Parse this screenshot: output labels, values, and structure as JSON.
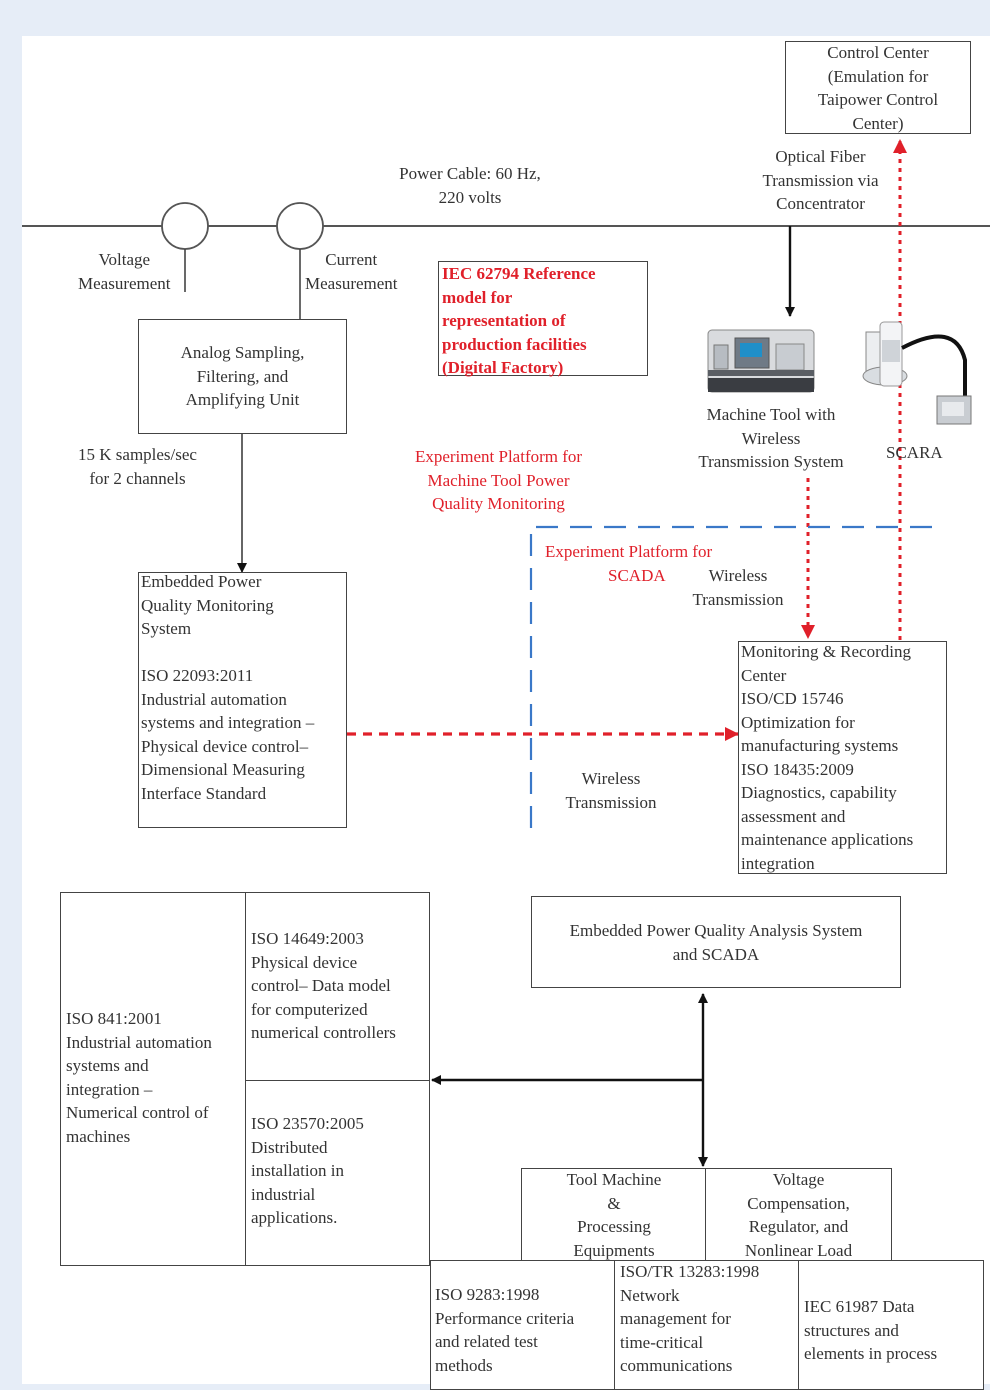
{
  "control_center": "Control Center\n(Emulation for\nTaipower Control\nCenter)",
  "optical_fiber": "Optical Fiber\nTransmission via\nConcentrator",
  "power_cable": "Power Cable: 60 Hz,\n220 volts",
  "voltage_measurement": "Voltage\nMeasurement",
  "current_measurement": "Current\nMeasurement",
  "iec62794": "IEC 62794 Reference\nmodel for\nrepresentation of\nproduction facilities\n(Digital Factory)",
  "analog_unit": "Analog Sampling,\nFiltering, and\nAmplifying Unit",
  "samples": "15 K samples/sec\nfor 2 channels",
  "platform_power": "Experiment Platform for\nMachine Tool Power\nQuality Monitoring",
  "machine_tool": "Machine Tool with\nWireless\nTransmission System",
  "scara": "SCARA",
  "platform_scada_1": "Experiment Platform for",
  "platform_scada_2": "SCADA",
  "wireless_top": "Wireless\nTransmission",
  "wireless_mid": "Wireless\nTransmission",
  "embedded_system": "Embedded Power\nQuality Monitoring\nSystem\n\nISO 22093:2011\nIndustrial automation\nsystems and integration –\nPhysical device control–\nDimensional Measuring\nInterface Standard",
  "monitoring_center": "Monitoring & Recording\nCenter\nISO/CD 15746\nOptimization for\nmanufacturing systems\nISO 18435:2009\nDiagnostics, capability\nassessment and\nmaintenance applications\nintegration",
  "analysis_system": "Embedded Power Quality Analysis System\nand SCADA",
  "iso841": "ISO 841:2001\nIndustrial automation\nsystems and\nintegration –\nNumerical control of\nmachines",
  "iso14649": "ISO 14649:2003\nPhysical device\ncontrol– Data model\nfor computerized\nnumerical controllers",
  "iso23570": "ISO 23570:2005\nDistributed\ninstallation in\nindustrial\napplications.",
  "tool_machine": "Tool Machine\n&\nProcessing\nEquipments",
  "voltage_comp": "Voltage\nCompensation,\nRegulator, and\nNonlinear Load",
  "iso9283": "ISO 9283:1998\nPerformance criteria\nand related test\nmethods",
  "iso13283": "ISO/TR 13283:1998\nNetwork\nmanagement for\ntime-critical\ncommunications",
  "iec61987": "IEC 61987 Data\nstructures and\nelements in process",
  "colors": {
    "red": "#e0202a",
    "blue": "#3a78c8",
    "line": "#444444"
  }
}
